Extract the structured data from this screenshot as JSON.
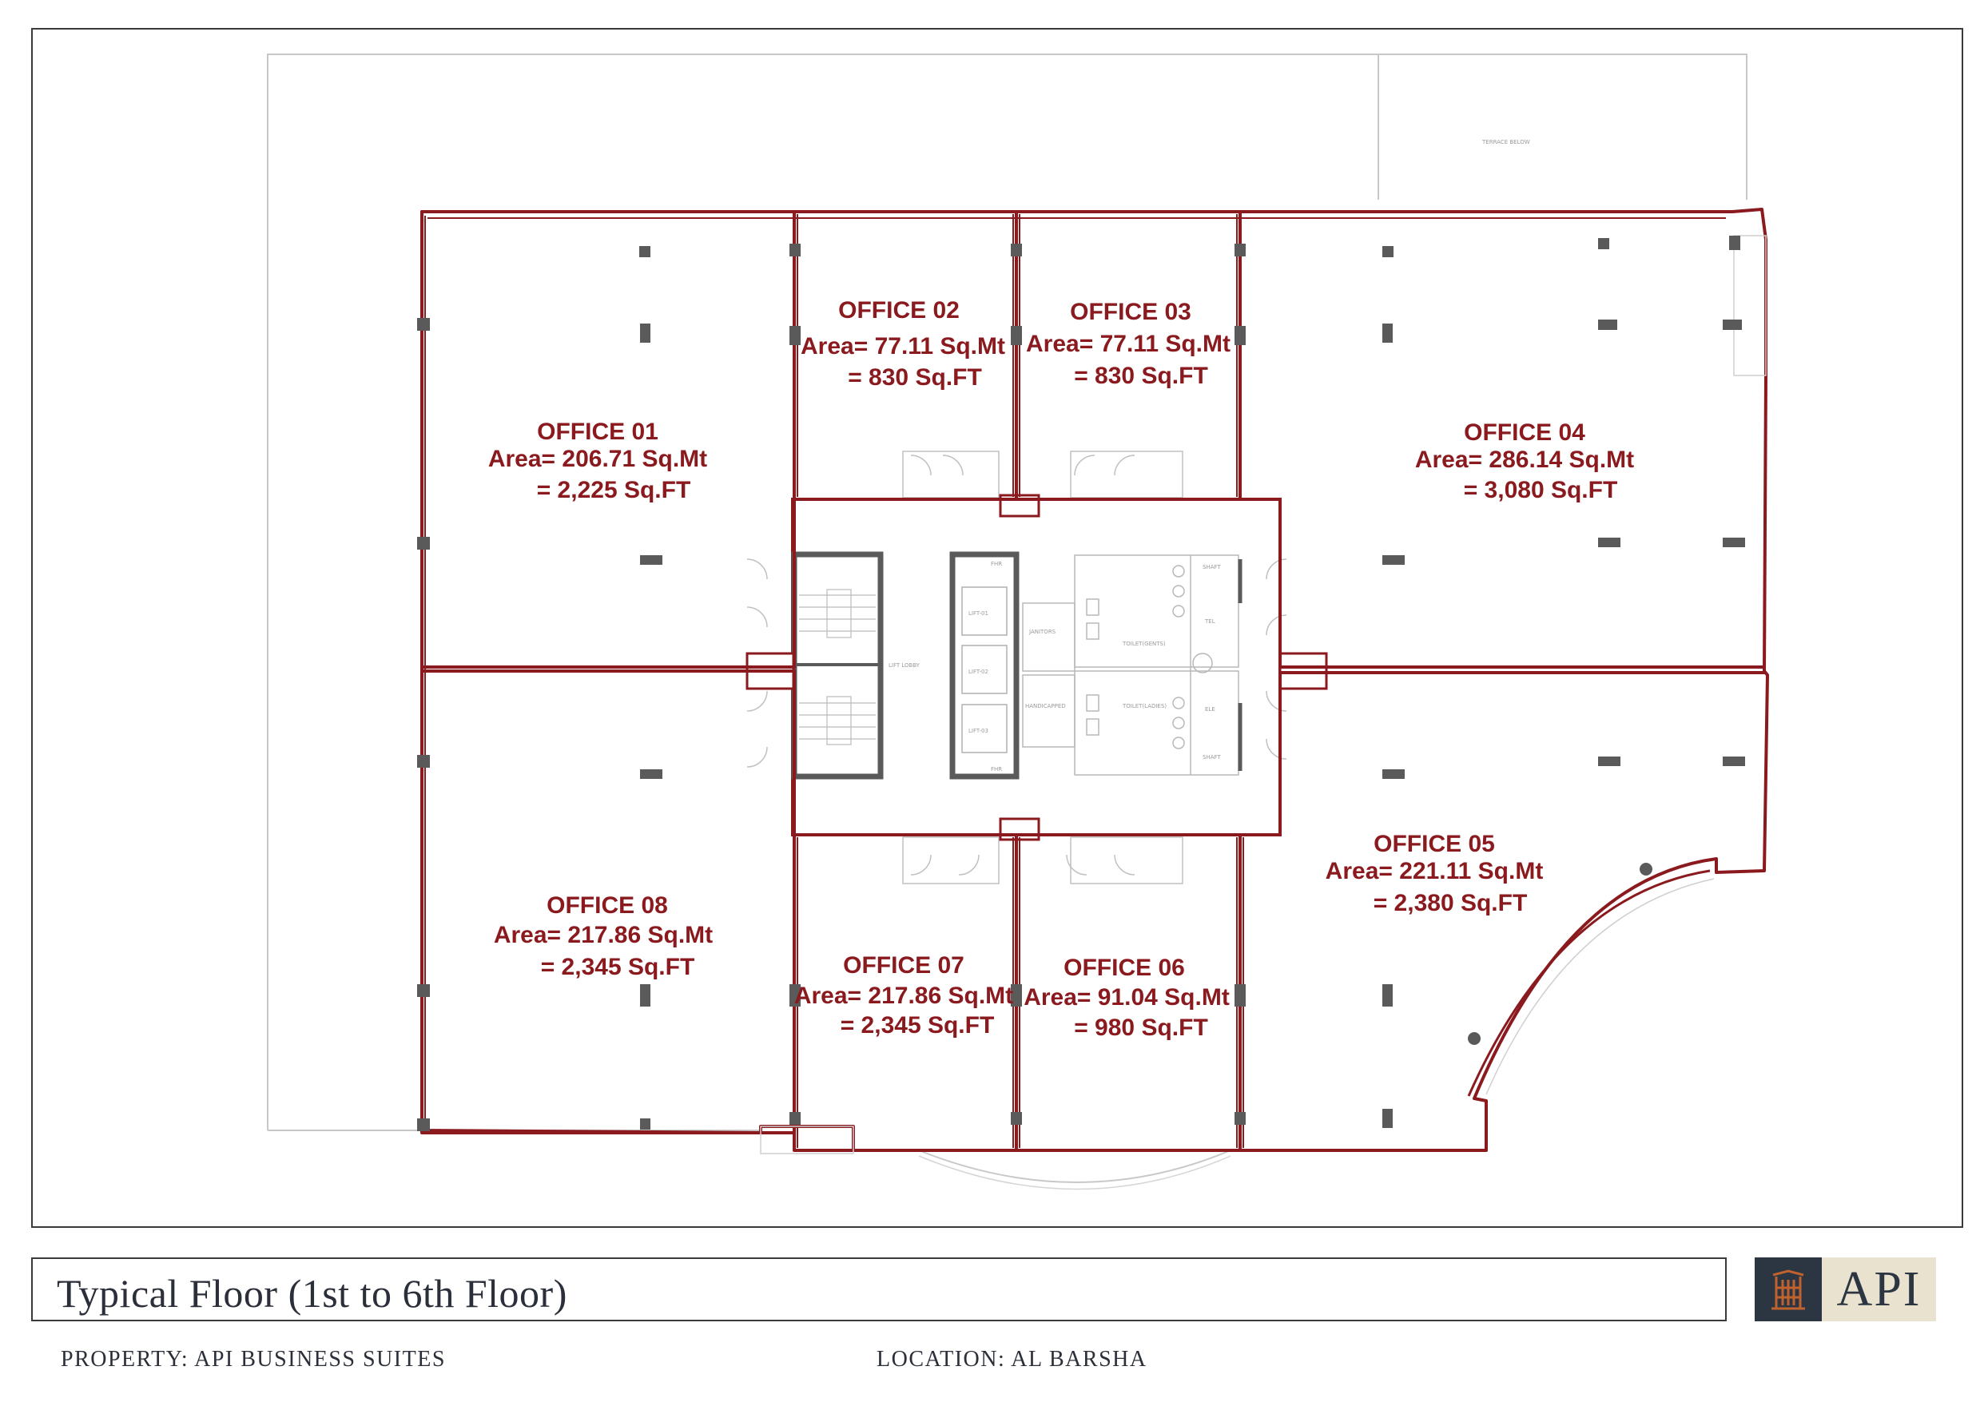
{
  "floor_title": "Typical Floor (1st to 6th Floor)",
  "property": "PROPERTY: API BUSINESS SUITES",
  "location": "LOCATION: AL BARSHA",
  "logo_text": "API",
  "colors": {
    "wall": "#8b1a1f",
    "text": "#2b2f3a",
    "logo_dark": "#2b3642",
    "logo_light": "#e8e2cf",
    "column": "#5a5a5a"
  },
  "annotations": {
    "terrace": "TERRACE BELOW",
    "lift_lobby": "LIFT LOBBY",
    "lift_01": "LIFT-01",
    "lift_02": "LIFT-02",
    "lift_03": "LIFT-03",
    "janitors": "JANITORS",
    "toilet_gents": "TOILET(GENTS)",
    "toilet_ladies": "TOILET(LADIES)",
    "handicapped": "HANDICAPPED",
    "shaft": "SHAFT",
    "tel": "TEL",
    "ele": "ELE",
    "fhr": "FHR"
  },
  "offices": [
    {
      "name": "OFFICE 01",
      "area_sqm": "Area= 206.71 Sq.Mt",
      "area_sqft": "= 2,225 Sq.FT"
    },
    {
      "name": "OFFICE 02",
      "area_sqm": "Area= 77.11 Sq.Mt",
      "area_sqft": "= 830 Sq.FT"
    },
    {
      "name": "OFFICE 03",
      "area_sqm": "Area= 77.11 Sq.Mt",
      "area_sqft": "= 830 Sq.FT"
    },
    {
      "name": "OFFICE 04",
      "area_sqm": "Area= 286.14 Sq.Mt",
      "area_sqft": "= 3,080 Sq.FT"
    },
    {
      "name": "OFFICE 05",
      "area_sqm": "Area= 221.11 Sq.Mt",
      "area_sqft": "= 2,380 Sq.FT"
    },
    {
      "name": "OFFICE 06",
      "area_sqm": "Area= 91.04 Sq.Mt",
      "area_sqft": "= 980 Sq.FT"
    },
    {
      "name": "OFFICE 07",
      "area_sqm": "Area= 217.86 Sq.Mt",
      "area_sqft": "= 2,345 Sq.FT"
    },
    {
      "name": "OFFICE 08",
      "area_sqm": "Area= 217.86 Sq.Mt",
      "area_sqft": "= 2,345 Sq.FT"
    }
  ]
}
